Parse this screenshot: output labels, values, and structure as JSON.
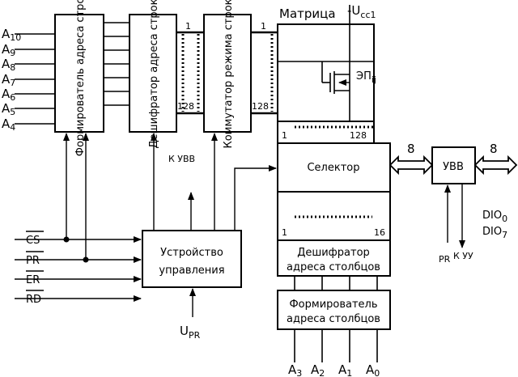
{
  "blocks": {
    "row_former": "Формирователь адреса строк",
    "row_decoder": "Дешифратор адреса строк",
    "row_switch": "Коммутатор режима строк",
    "matrix": "Матрица",
    "selector": "Селектор",
    "control_line1": "Устройство",
    "control_line2": "управления",
    "col_decoder_line1": "Дешифратор",
    "col_decoder_line2": "адреса столбцов",
    "col_former_line1": "Формирователь",
    "col_former_line2": "адреса столбцов",
    "uvv": "УВВ"
  },
  "labels": {
    "ucc_prefix": "-U",
    "ucc_sub": "cc1",
    "cell_main": "ЭП",
    "cell_sub": "ij",
    "to_uvv": "К УВВ",
    "upr_main": "U",
    "upr_sub": "PR",
    "pr_uvv": "PR",
    "to_uu": "К УУ",
    "bus_width_selector": "8",
    "bus_width_io": "8",
    "dio0_main": "DIO",
    "dio0_sub": "0",
    "dio7_main": "DIO",
    "dio7_sub": "7"
  },
  "bus_indices": {
    "decoder_first": "1",
    "decoder_last": "128",
    "switch_first": "1",
    "switch_last": "128",
    "matrix_col_first": "1",
    "matrix_col_last": "128",
    "coldec_first": "1",
    "coldec_last": "16"
  },
  "row_address_inputs": [
    {
      "main": "A",
      "sub": "10"
    },
    {
      "main": "A",
      "sub": "9"
    },
    {
      "main": "A",
      "sub": "8"
    },
    {
      "main": "A",
      "sub": "7"
    },
    {
      "main": "A",
      "sub": "6"
    },
    {
      "main": "A",
      "sub": "5"
    },
    {
      "main": "A",
      "sub": "4"
    }
  ],
  "control_signals": [
    "CS",
    "PR",
    "ER",
    "RD"
  ],
  "column_address_inputs": [
    {
      "main": "A",
      "sub": "3"
    },
    {
      "main": "A",
      "sub": "2"
    },
    {
      "main": "A",
      "sub": "1"
    },
    {
      "main": "A",
      "sub": "0"
    }
  ]
}
